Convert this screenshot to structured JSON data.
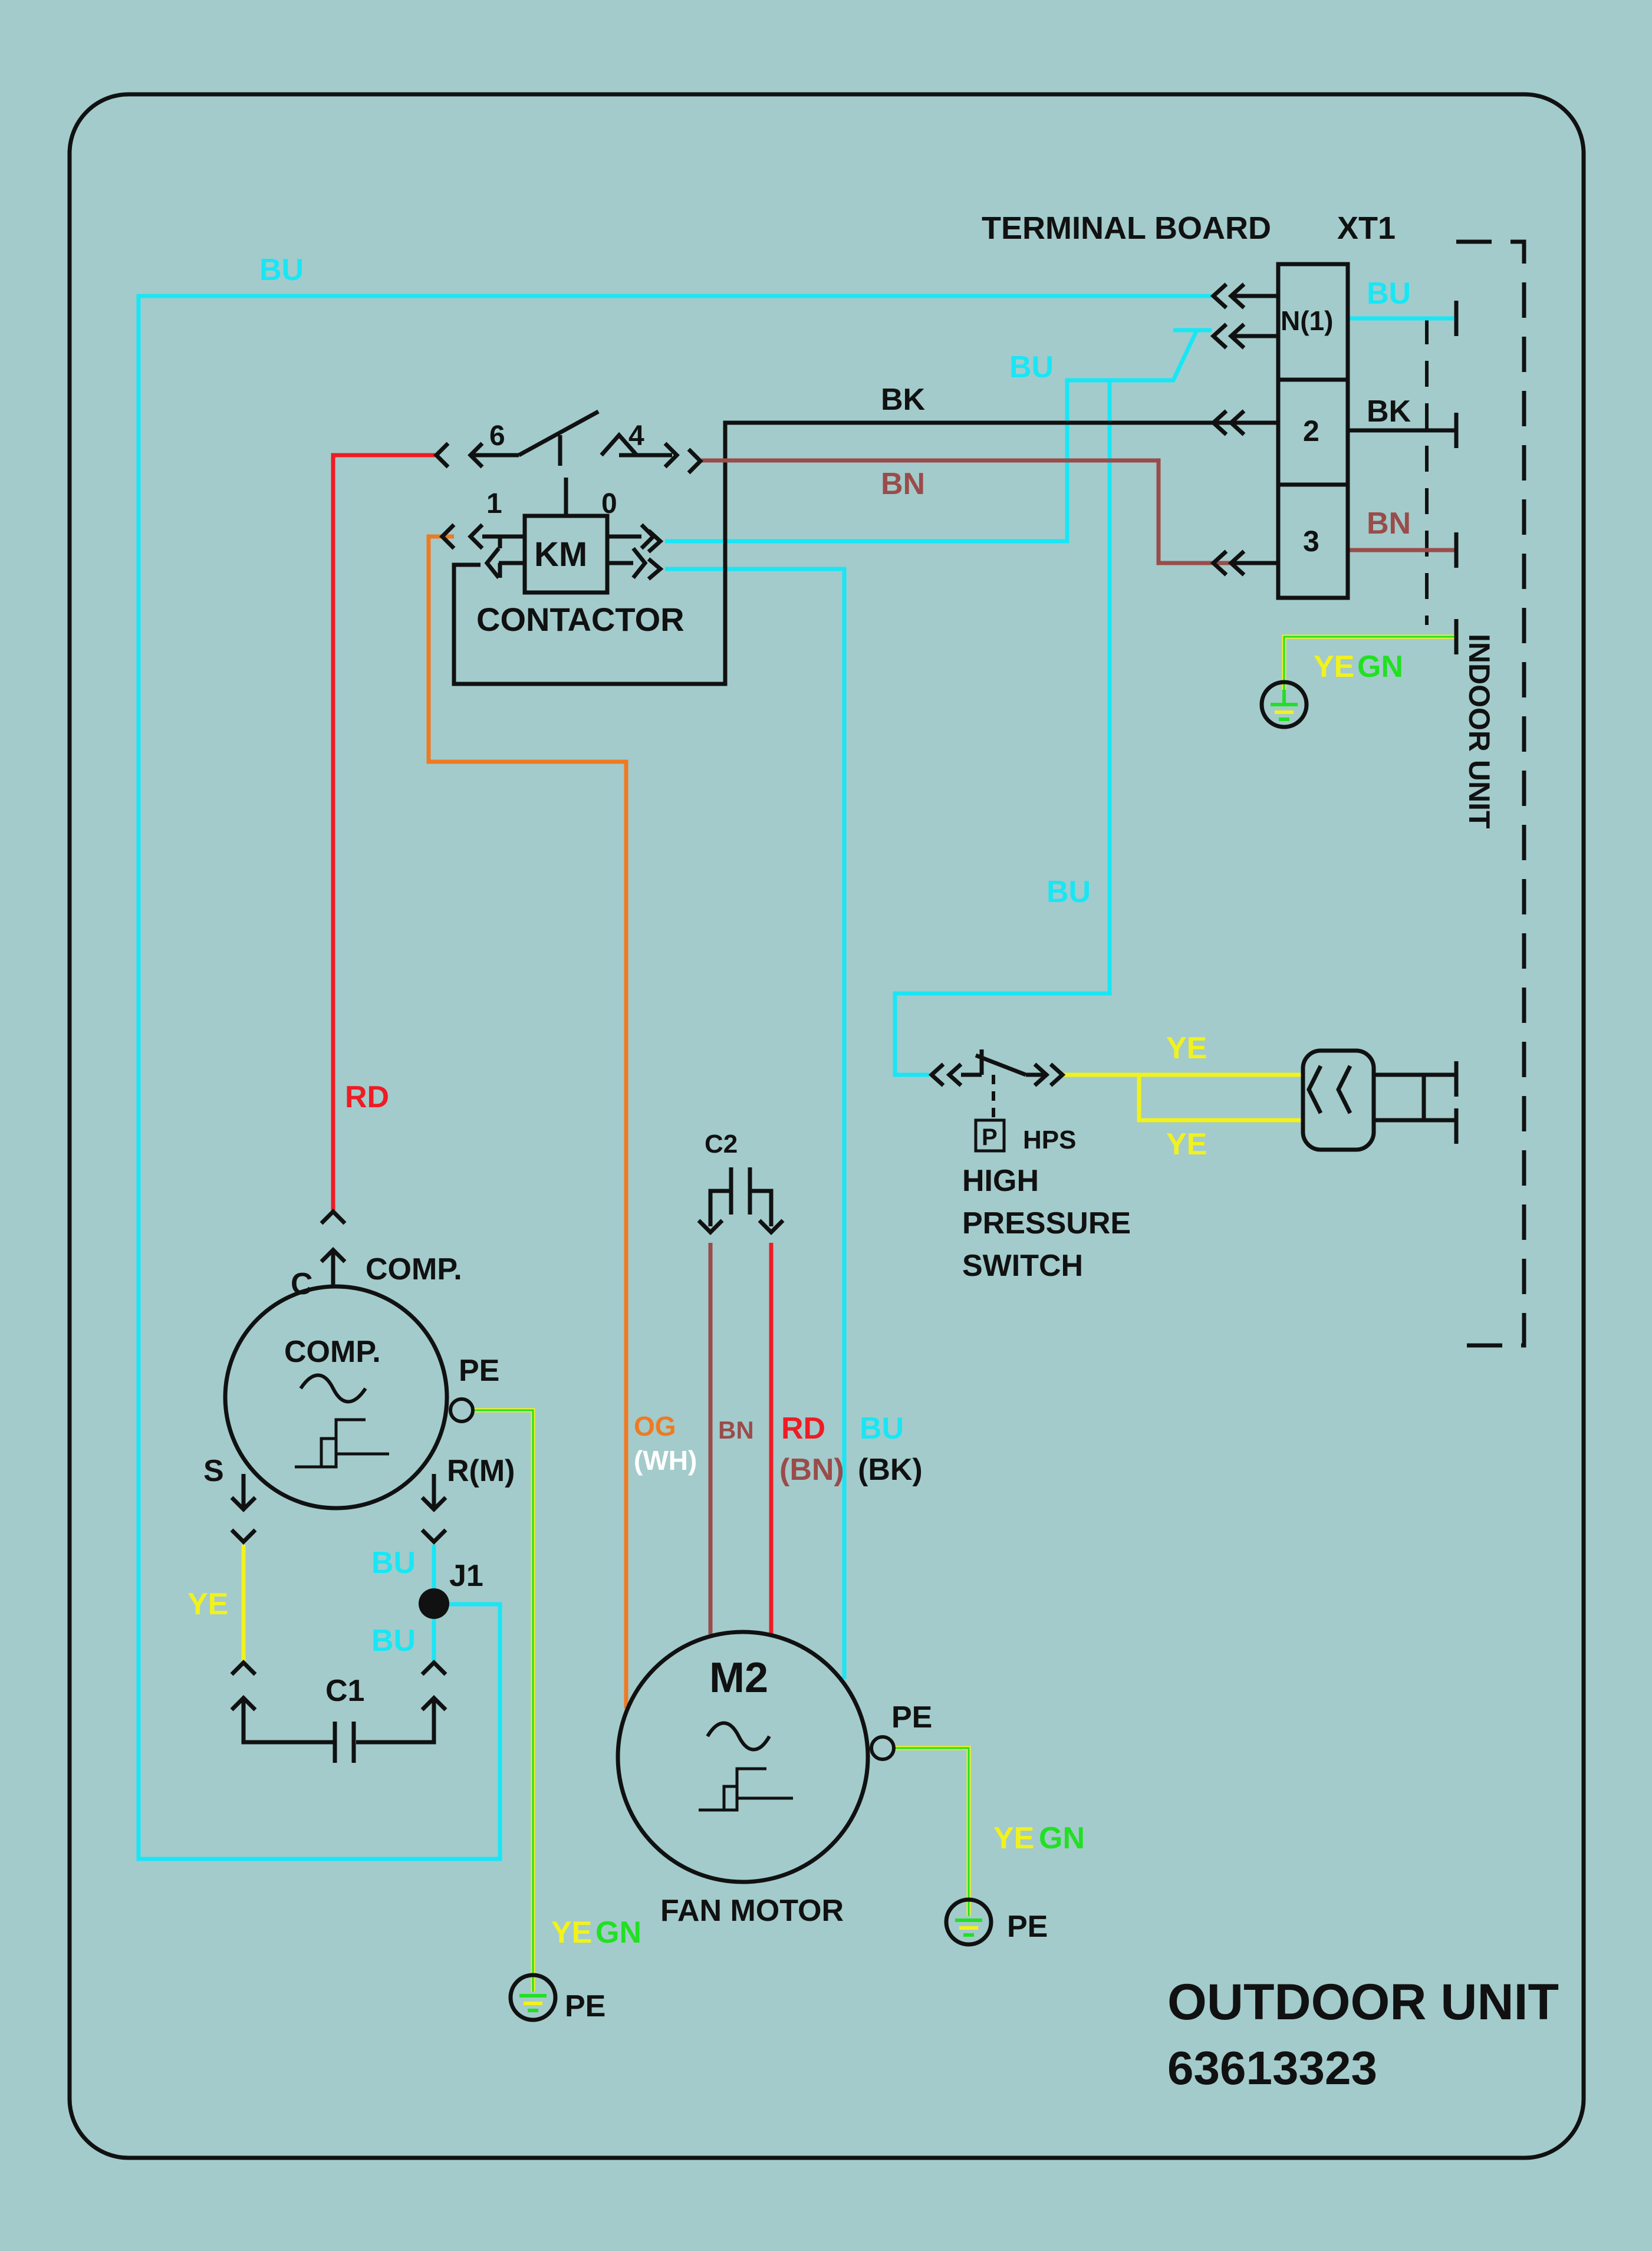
{
  "colors": {
    "background": "#a3cbcb",
    "blue": "#19e6f5",
    "black": "#111111",
    "brown": "#9a4c4a",
    "red": "#ee1c24",
    "orange": "#ee7a22",
    "yellow": "#f2f21c",
    "green": "#22e022",
    "white": "#ffffff"
  },
  "header": {
    "terminal_board": "TERMINAL BOARD",
    "xt1": "XT1",
    "indoor_unit": "INDOOR UNIT"
  },
  "terminals": [
    "N(1)",
    "2",
    "3"
  ],
  "contactor": {
    "body": "KM",
    "name": "CONTACTOR",
    "pins": [
      "6",
      "4",
      "1",
      "0"
    ]
  },
  "compressor": {
    "terminal_c": "C",
    "label_outside": "COMP.",
    "label_inside": "COMP.",
    "terminal_s": "S",
    "terminal_r": "R(M)",
    "pe": "PE",
    "junction": "J1",
    "capacitor": "C1"
  },
  "fan_motor": {
    "id": "M2",
    "name": "FAN MOTOR",
    "capacitor": "C2",
    "pe": "PE"
  },
  "hps": {
    "tag": "P",
    "abbr": "HPS",
    "line1": "HIGH",
    "line2": "PRESSURE",
    "line3": "SWITCH"
  },
  "wire_labels": {
    "bu_top": "BU",
    "bu_tb": "BU",
    "bu_mid": "BU",
    "bu_vertical": "BU",
    "bk_top": "BK",
    "bk_tb": "BK",
    "bn_top": "BN",
    "bn_tb": "BN",
    "ye_gn_a": "YE",
    "ye_gn_b": "GN",
    "rd": "RD",
    "ye_hps_top": "YE",
    "ye_hps_bottom": "YE",
    "ye_s": "YE",
    "bu_j1_top": "BU",
    "bu_j1_bottom": "BU",
    "fan_og": "OG",
    "fan_wh": "(WH)",
    "fan_bn": "BN",
    "fan_rd": "RD",
    "fan_bn2": "(BN)",
    "fan_bu": "BU",
    "fan_bk": "(BK)",
    "comp_ye": "YE",
    "comp_gn": "GN",
    "fan_ye": "YE",
    "fan_gn": "GN"
  },
  "ground_pe": [
    "PE",
    "PE"
  ],
  "footer": {
    "title": "OUTDOOR UNIT",
    "code": "63613323"
  }
}
